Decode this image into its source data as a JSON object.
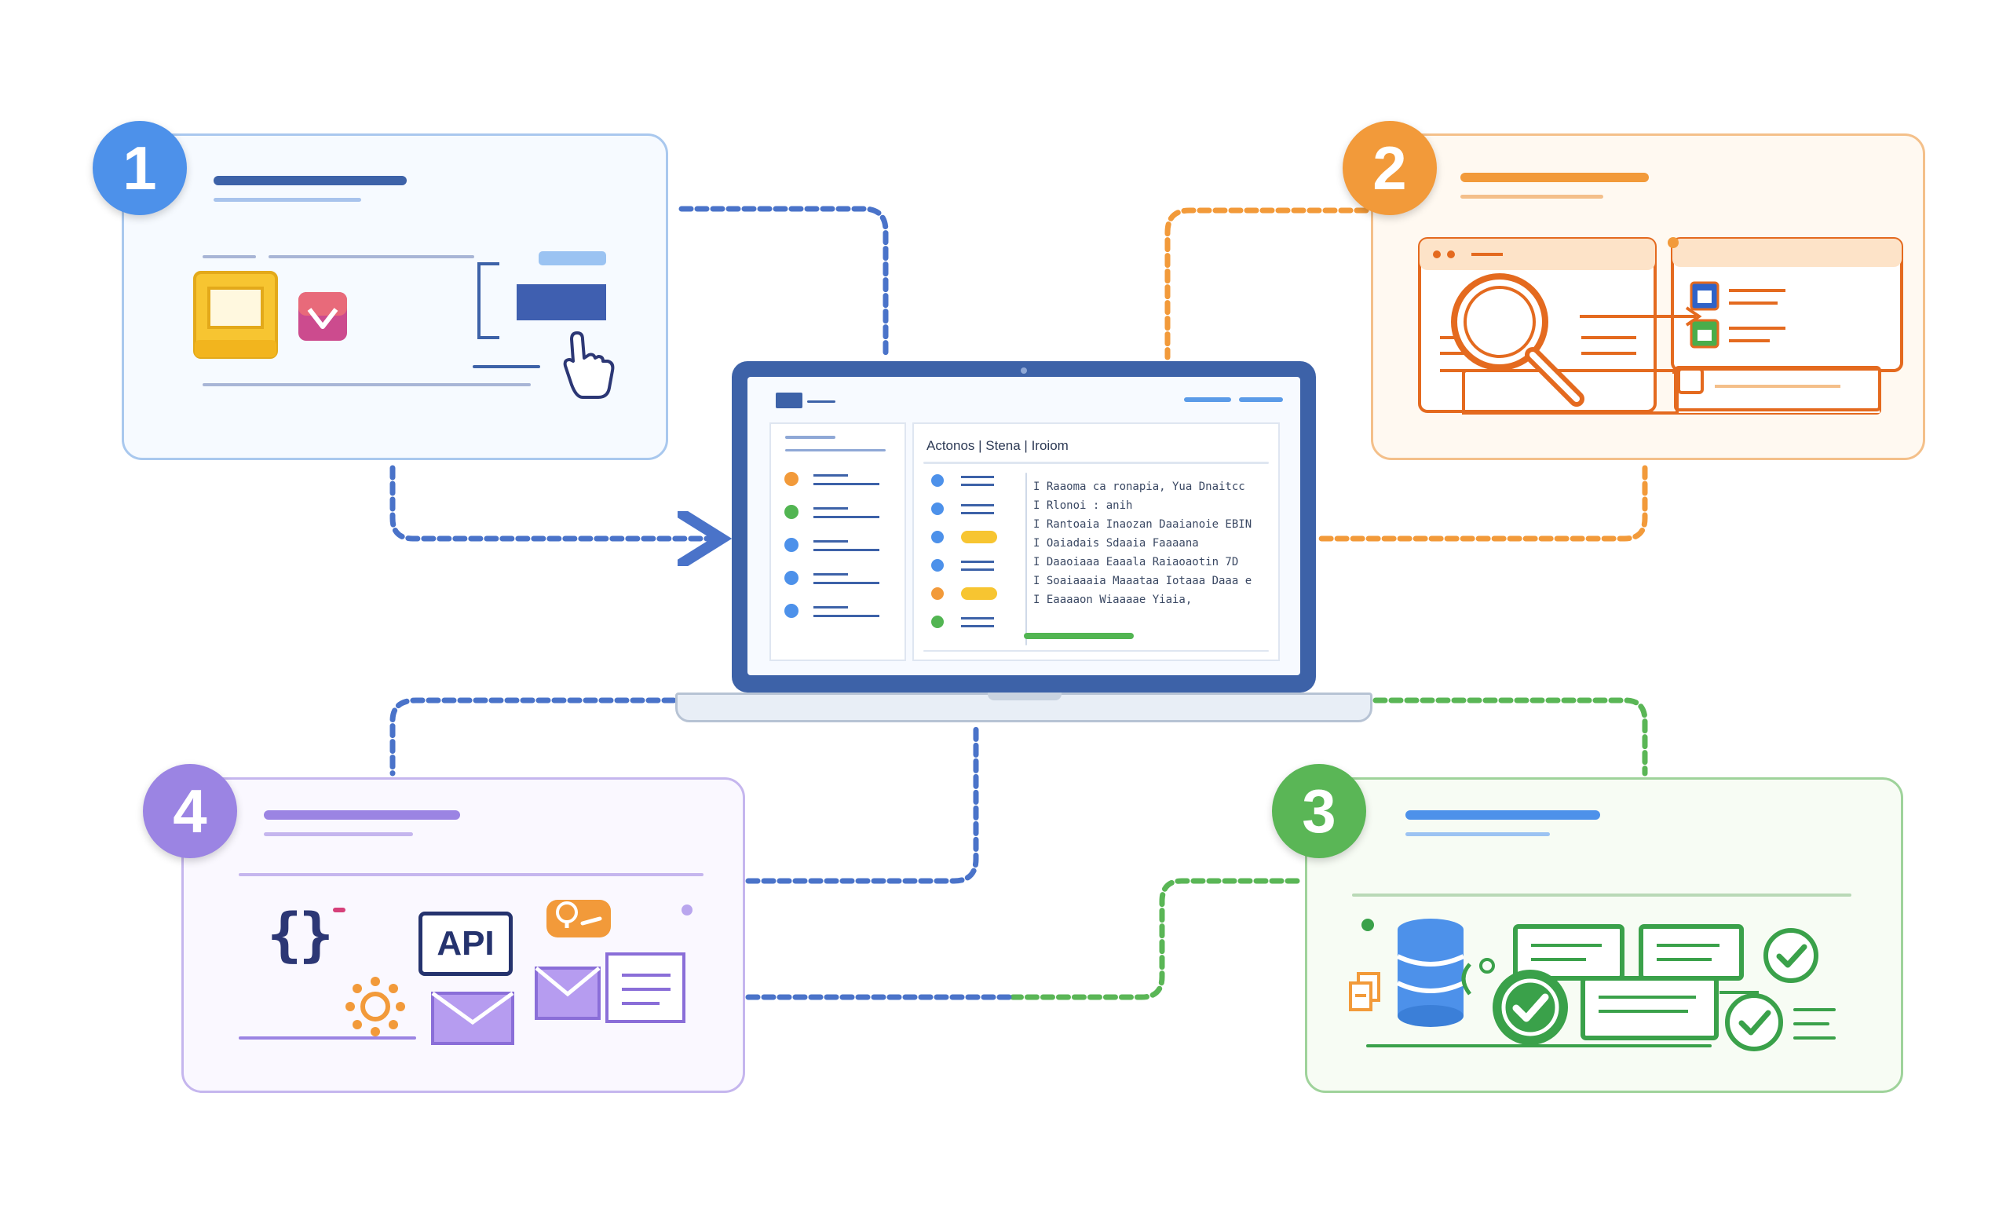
{
  "steps": [
    {
      "number": "1",
      "color": "#4d91ea"
    },
    {
      "number": "2",
      "color": "#f29a3a"
    },
    {
      "number": "3",
      "color": "#5ab656"
    },
    {
      "number": "4",
      "color": "#9b84e3"
    }
  ],
  "laptop": {
    "tabs": "Actonos   |   Stena   |   Iroiom",
    "log_lines": [
      "I  Raaoma  ca  ronapia,  Yua  Dnaitcc",
      "I   Rlonoi   :  anih",
      "I   Rantoaia  Inaozan  Daaianoie  EBIN",
      "I    Oaiadais  Sdaaia  Faaaana",
      "I    Daaoiaaa  Eaaala  Raiaoaotin  7D",
      "I    Soaiaaaia  Maaataa  Iotaaa  Daaa  e",
      "I   Eaaaaon  Wiaaaae  Yiaia,"
    ]
  },
  "card4": {
    "api_label": "API",
    "braces": "{}"
  },
  "colors": {
    "blue": "#4d91ea",
    "navy": "#3d62a8",
    "orange": "#f29a3a",
    "orange_dark": "#e46a1f",
    "green": "#5ab656",
    "green_dark": "#3aa14a",
    "purple": "#9b84e3",
    "yellow": "#f7c531"
  },
  "icons": [
    "window-icon",
    "dropdown-chevron-icon",
    "pointing-hand-icon",
    "magnifier-icon",
    "arrow-right-icon",
    "database-icon",
    "checkmark-icon",
    "code-braces-icon",
    "gear-icon",
    "envelope-icon",
    "chat-bubble-icon",
    "document-icon"
  ]
}
